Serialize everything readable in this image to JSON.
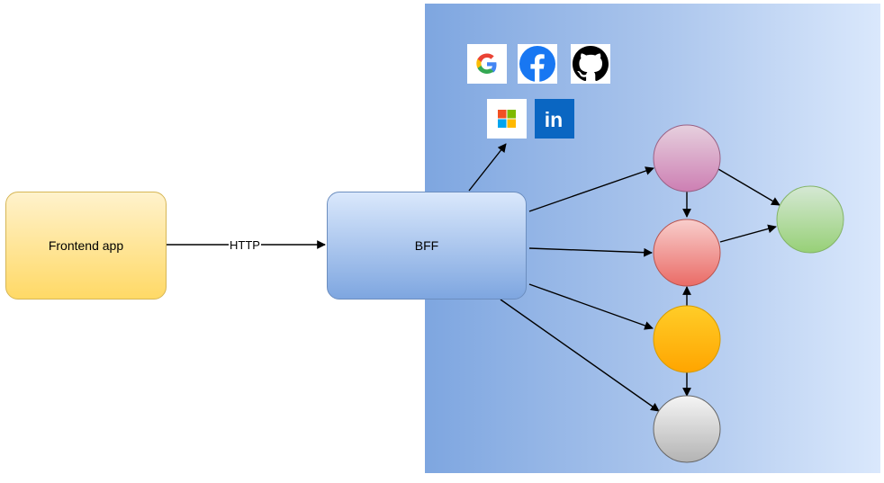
{
  "diagram": {
    "frontend": {
      "label": "Frontend app"
    },
    "bff": {
      "label": "BFF"
    },
    "http_edge": {
      "label": "HTTP"
    },
    "identity_providers": [
      "google",
      "facebook",
      "github",
      "microsoft",
      "linkedin"
    ],
    "linkedin_text": "in",
    "colors": {
      "frontend_fill": [
        "#fff2cc",
        "#ffd966"
      ],
      "bff_fill": [
        "#dae8fc",
        "#7ea6e0"
      ],
      "panel_fill": [
        "#7ea6e0",
        "#dae8fc"
      ],
      "circle_pink": [
        "#e6d0de",
        "#cd7fb3"
      ],
      "circle_red": [
        "#f8cecc",
        "#ea6b66"
      ],
      "circle_green": [
        "#d5e8d4",
        "#97d077"
      ],
      "circle_orange": [
        "#ffcd28",
        "#ffa500"
      ],
      "circle_grey": [
        "#f5f5f5",
        "#b3b3b3"
      ]
    }
  }
}
